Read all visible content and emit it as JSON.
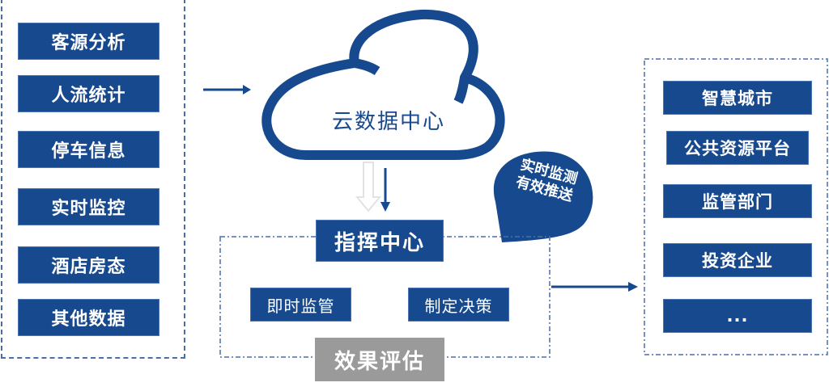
{
  "sources": {
    "items": [
      "客源分析",
      "人流统计",
      "停车信息",
      "实时监控",
      "酒店房态",
      "其他数据"
    ]
  },
  "cloud": {
    "label": "云数据中心"
  },
  "callout": {
    "line1": "实时监测",
    "line2": "有效推送"
  },
  "command": {
    "title": "指挥中心",
    "left": "即时监管",
    "right": "制定决策",
    "bottom": "效果评估"
  },
  "outputs": {
    "items": [
      "智慧城市",
      "公共资源平台",
      "监管部门",
      "投资企业",
      "..."
    ]
  },
  "colors": {
    "primary": "#17498f",
    "gray": "#9a9a9a",
    "border": "#4a6fa8"
  }
}
